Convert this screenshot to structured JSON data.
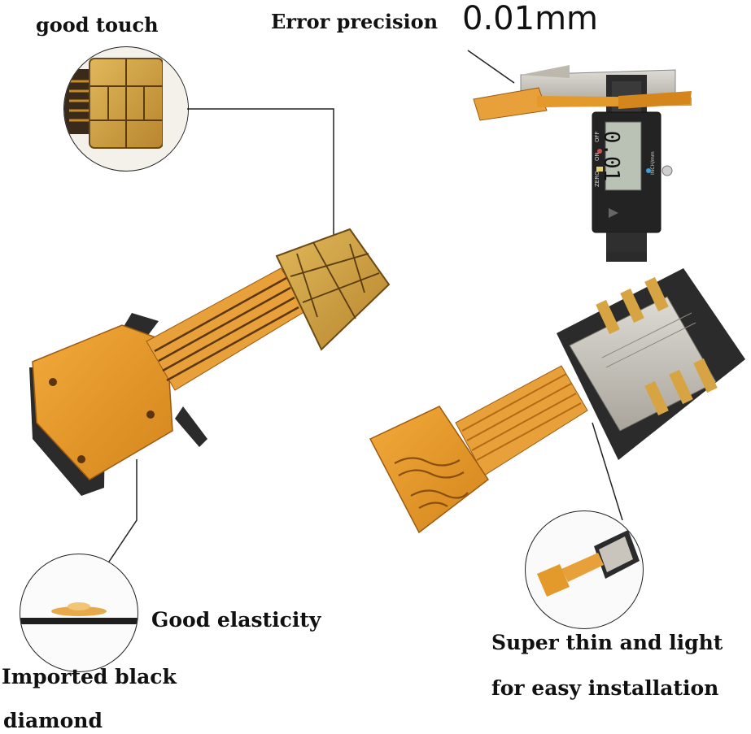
{
  "labels": {
    "good_touch": "good touch",
    "error_precision": "Error precision",
    "precision_value": "0.01mm",
    "good_elasticity": "Good elasticity",
    "imported_black_line1": "Imported black",
    "imported_black_line2": "diamond",
    "super_thin_line1": "Super thin and light",
    "super_thin_line2": "for easy installation"
  },
  "caliper": {
    "display_value": "0.01",
    "button_left_top": "OFF",
    "button_left_mid": "ON",
    "button_left_bottom": "ZERO",
    "button_right": "INCH/mm"
  },
  "colors": {
    "flex_orange": "#e39a2a",
    "flex_dark": "#b46a12",
    "gold_contact": "#c89a3a",
    "black_frame": "#2b2b2b",
    "metal": "#c9c5bd"
  }
}
